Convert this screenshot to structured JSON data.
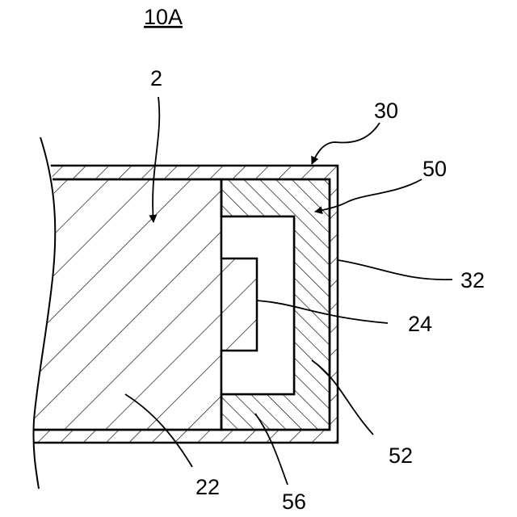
{
  "figure_label": "10A",
  "reference_numerals": {
    "body": "2",
    "body_main": "22",
    "body_step": "24",
    "cover": "30",
    "cover_side": "32",
    "insert": "50",
    "insert_side": "52",
    "insert_bottom": "56"
  },
  "colors": {
    "line": "#000000",
    "background": "#ffffff"
  }
}
